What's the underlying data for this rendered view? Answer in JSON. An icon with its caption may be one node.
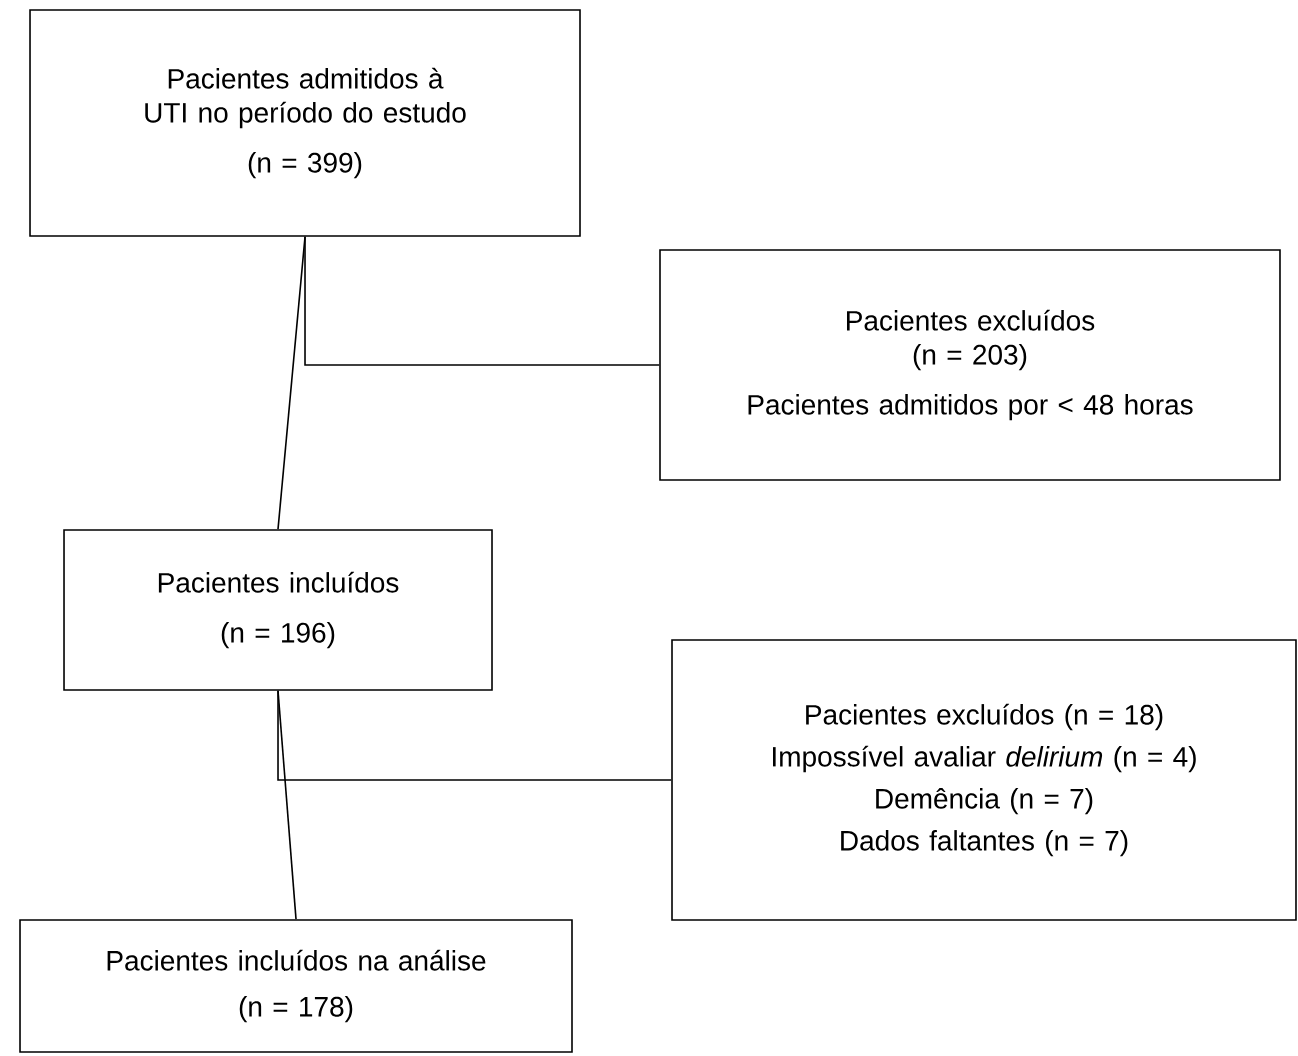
{
  "diagram": {
    "nodes": [
      {
        "text": [
          "Pacientes admitidos à UTI no período do estudo",
          "(n = 399)"
        ]
      },
      {
        "text": [
          "Pacientes excluídos",
          "(n = 203)",
          "Pacientes admitidos por < 48 horas"
        ]
      },
      {
        "text": [
          "Pacientes incluídos",
          "(n = 196)"
        ]
      },
      {
        "text": [
          "Pacientes excluídos (n = 18)",
          "Impossível avaliar *delirium* (n = 4)",
          "Demência (n = 7)",
          "Dados faltantes (n = 7)"
        ]
      },
      {
        "text": [
          "Pacientes incluídos na análise",
          "(n = 178)"
        ]
      }
    ],
    "edges": [
      {
        "from": 0,
        "to": 2,
        "arrow": "none"
      },
      {
        "from": 0,
        "to": 1,
        "arrow": "none"
      },
      {
        "from": 2,
        "to": 4,
        "arrow": "none"
      },
      {
        "from": 2,
        "to": 3,
        "arrow": "none"
      }
    ]
  }
}
